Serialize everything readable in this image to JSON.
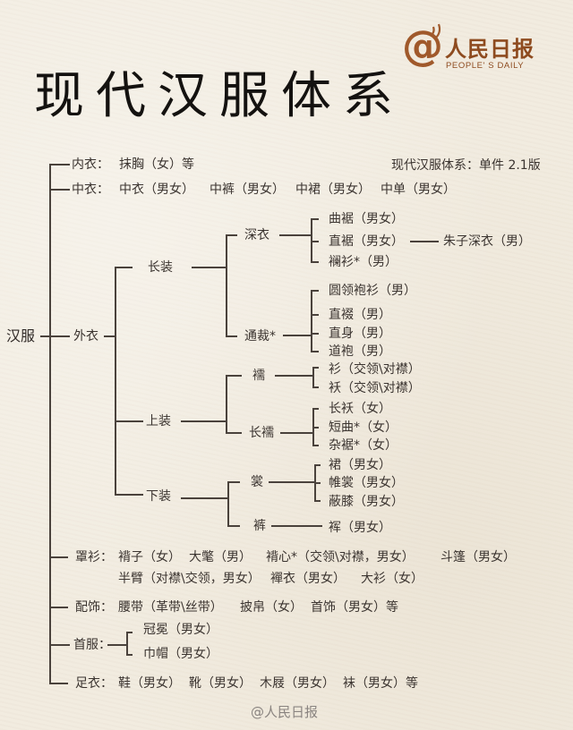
{
  "header": {
    "title": "现代汉服体系",
    "logo": {
      "at_symbol": "@",
      "name_cn": "人民日报",
      "name_en": "PEOPLE' S DAILY"
    },
    "version_note": "现代汉服体系：单件 2.1版"
  },
  "tree": {
    "root": "汉服",
    "neiyi": {
      "label": "内衣：",
      "items": [
        "抹胸（女）等"
      ]
    },
    "zhongyi": {
      "label": "中衣：",
      "items": [
        "中衣（男女）",
        "中裤（男女）",
        "中裙（男女）",
        "中单（男女）"
      ]
    },
    "waiyi": {
      "label": "外衣",
      "changzhuang": {
        "label": "长装",
        "shenyi": {
          "label": "深衣",
          "items": [
            "曲裾（男女）",
            "直裾（男女）",
            "襕衫*（男）"
          ],
          "zhiju_derivative": "朱子深衣（男）"
        },
        "tongcai": {
          "label": "通裁*",
          "items": [
            "圆领袍衫（男）",
            "直裰（男）",
            "直身（男）",
            "道袍（男）"
          ]
        }
      },
      "shangzhuang": {
        "label": "上装",
        "ru": {
          "label": "襦",
          "items": [
            "衫（交领\\对襟）",
            "袄（交领\\对襟）"
          ]
        },
        "changru": {
          "label": "长襦",
          "items": [
            "长袄（女）",
            "短曲*（女）",
            "杂裾*（女）"
          ]
        }
      },
      "xiazhuang": {
        "label": "下装",
        "chang": {
          "label": "裳",
          "items": [
            "裙（男女）",
            "帷裳（男女）",
            "蔽膝（男女）"
          ]
        },
        "ku": {
          "label": "裤",
          "items": [
            "裈（男女）"
          ]
        }
      }
    },
    "zhaoshan": {
      "label": "罩衫：",
      "items": [
        "褙子（女）",
        "大氅（男）",
        "褙心*（交领\\对襟，男女）",
        "斗篷（男女）",
        "半臂（对襟\\交领，男女）",
        "襌衣（男女）",
        "大衫（女）"
      ]
    },
    "peishi": {
      "label": "配饰：",
      "items": [
        "腰带（革带\\丝带）",
        "披帛（女）",
        "首饰（男女）等"
      ]
    },
    "shoufu": {
      "label": "首服：",
      "items": [
        "冠冕（男女）",
        "巾帽（男女）"
      ]
    },
    "zuyi": {
      "label": "足衣：",
      "items": [
        "鞋（男女）",
        "靴（男女）",
        "木屐（男女）",
        "袜（男女）等"
      ]
    }
  },
  "footer": {
    "watermark": "@人民日报"
  },
  "colors": {
    "background": "#f1ebdf",
    "text": "#3b3430",
    "lines": "#4a423c",
    "title": "#141210",
    "brand": "#a0592b"
  }
}
